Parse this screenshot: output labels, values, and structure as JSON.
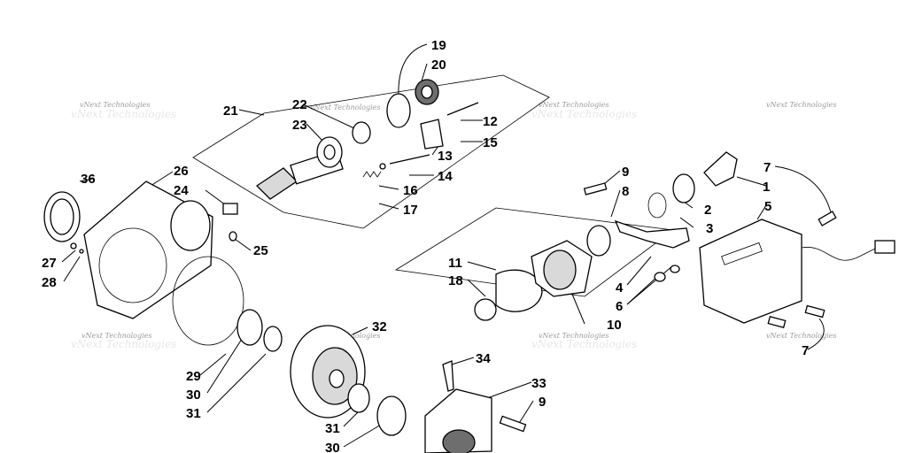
{
  "watermark": "vNext Technologies",
  "callouts": [
    {
      "id": "c1",
      "text": "1"
    },
    {
      "id": "c2",
      "text": "2"
    },
    {
      "id": "c3",
      "text": "3"
    },
    {
      "id": "c4",
      "text": "4"
    },
    {
      "id": "c5",
      "text": "5"
    },
    {
      "id": "c6",
      "text": "6"
    },
    {
      "id": "c7a",
      "text": "7"
    },
    {
      "id": "c7b",
      "text": "7"
    },
    {
      "id": "c8",
      "text": "8"
    },
    {
      "id": "c9a",
      "text": "9"
    },
    {
      "id": "c9b",
      "text": "9"
    },
    {
      "id": "c10",
      "text": "10"
    },
    {
      "id": "c11",
      "text": "11"
    },
    {
      "id": "c12",
      "text": "12"
    },
    {
      "id": "c13",
      "text": "13"
    },
    {
      "id": "c14",
      "text": "14"
    },
    {
      "id": "c15",
      "text": "15"
    },
    {
      "id": "c16",
      "text": "16"
    },
    {
      "id": "c17",
      "text": "17"
    },
    {
      "id": "c18",
      "text": "18"
    },
    {
      "id": "c19",
      "text": "19"
    },
    {
      "id": "c20",
      "text": "20"
    },
    {
      "id": "c21",
      "text": "21"
    },
    {
      "id": "c22",
      "text": "22"
    },
    {
      "id": "c23",
      "text": "23"
    },
    {
      "id": "c24",
      "text": "24"
    },
    {
      "id": "c25",
      "text": "25"
    },
    {
      "id": "c26",
      "text": "26"
    },
    {
      "id": "c27",
      "text": "27"
    },
    {
      "id": "c28",
      "text": "28"
    },
    {
      "id": "c29",
      "text": "29"
    },
    {
      "id": "c30a",
      "text": "30"
    },
    {
      "id": "c30b",
      "text": "30"
    },
    {
      "id": "c31a",
      "text": "31"
    },
    {
      "id": "c31b",
      "text": "31"
    },
    {
      "id": "c32",
      "text": "32"
    },
    {
      "id": "c33",
      "text": "33"
    },
    {
      "id": "c34",
      "text": "34"
    },
    {
      "id": "c36",
      "text": "36"
    }
  ]
}
